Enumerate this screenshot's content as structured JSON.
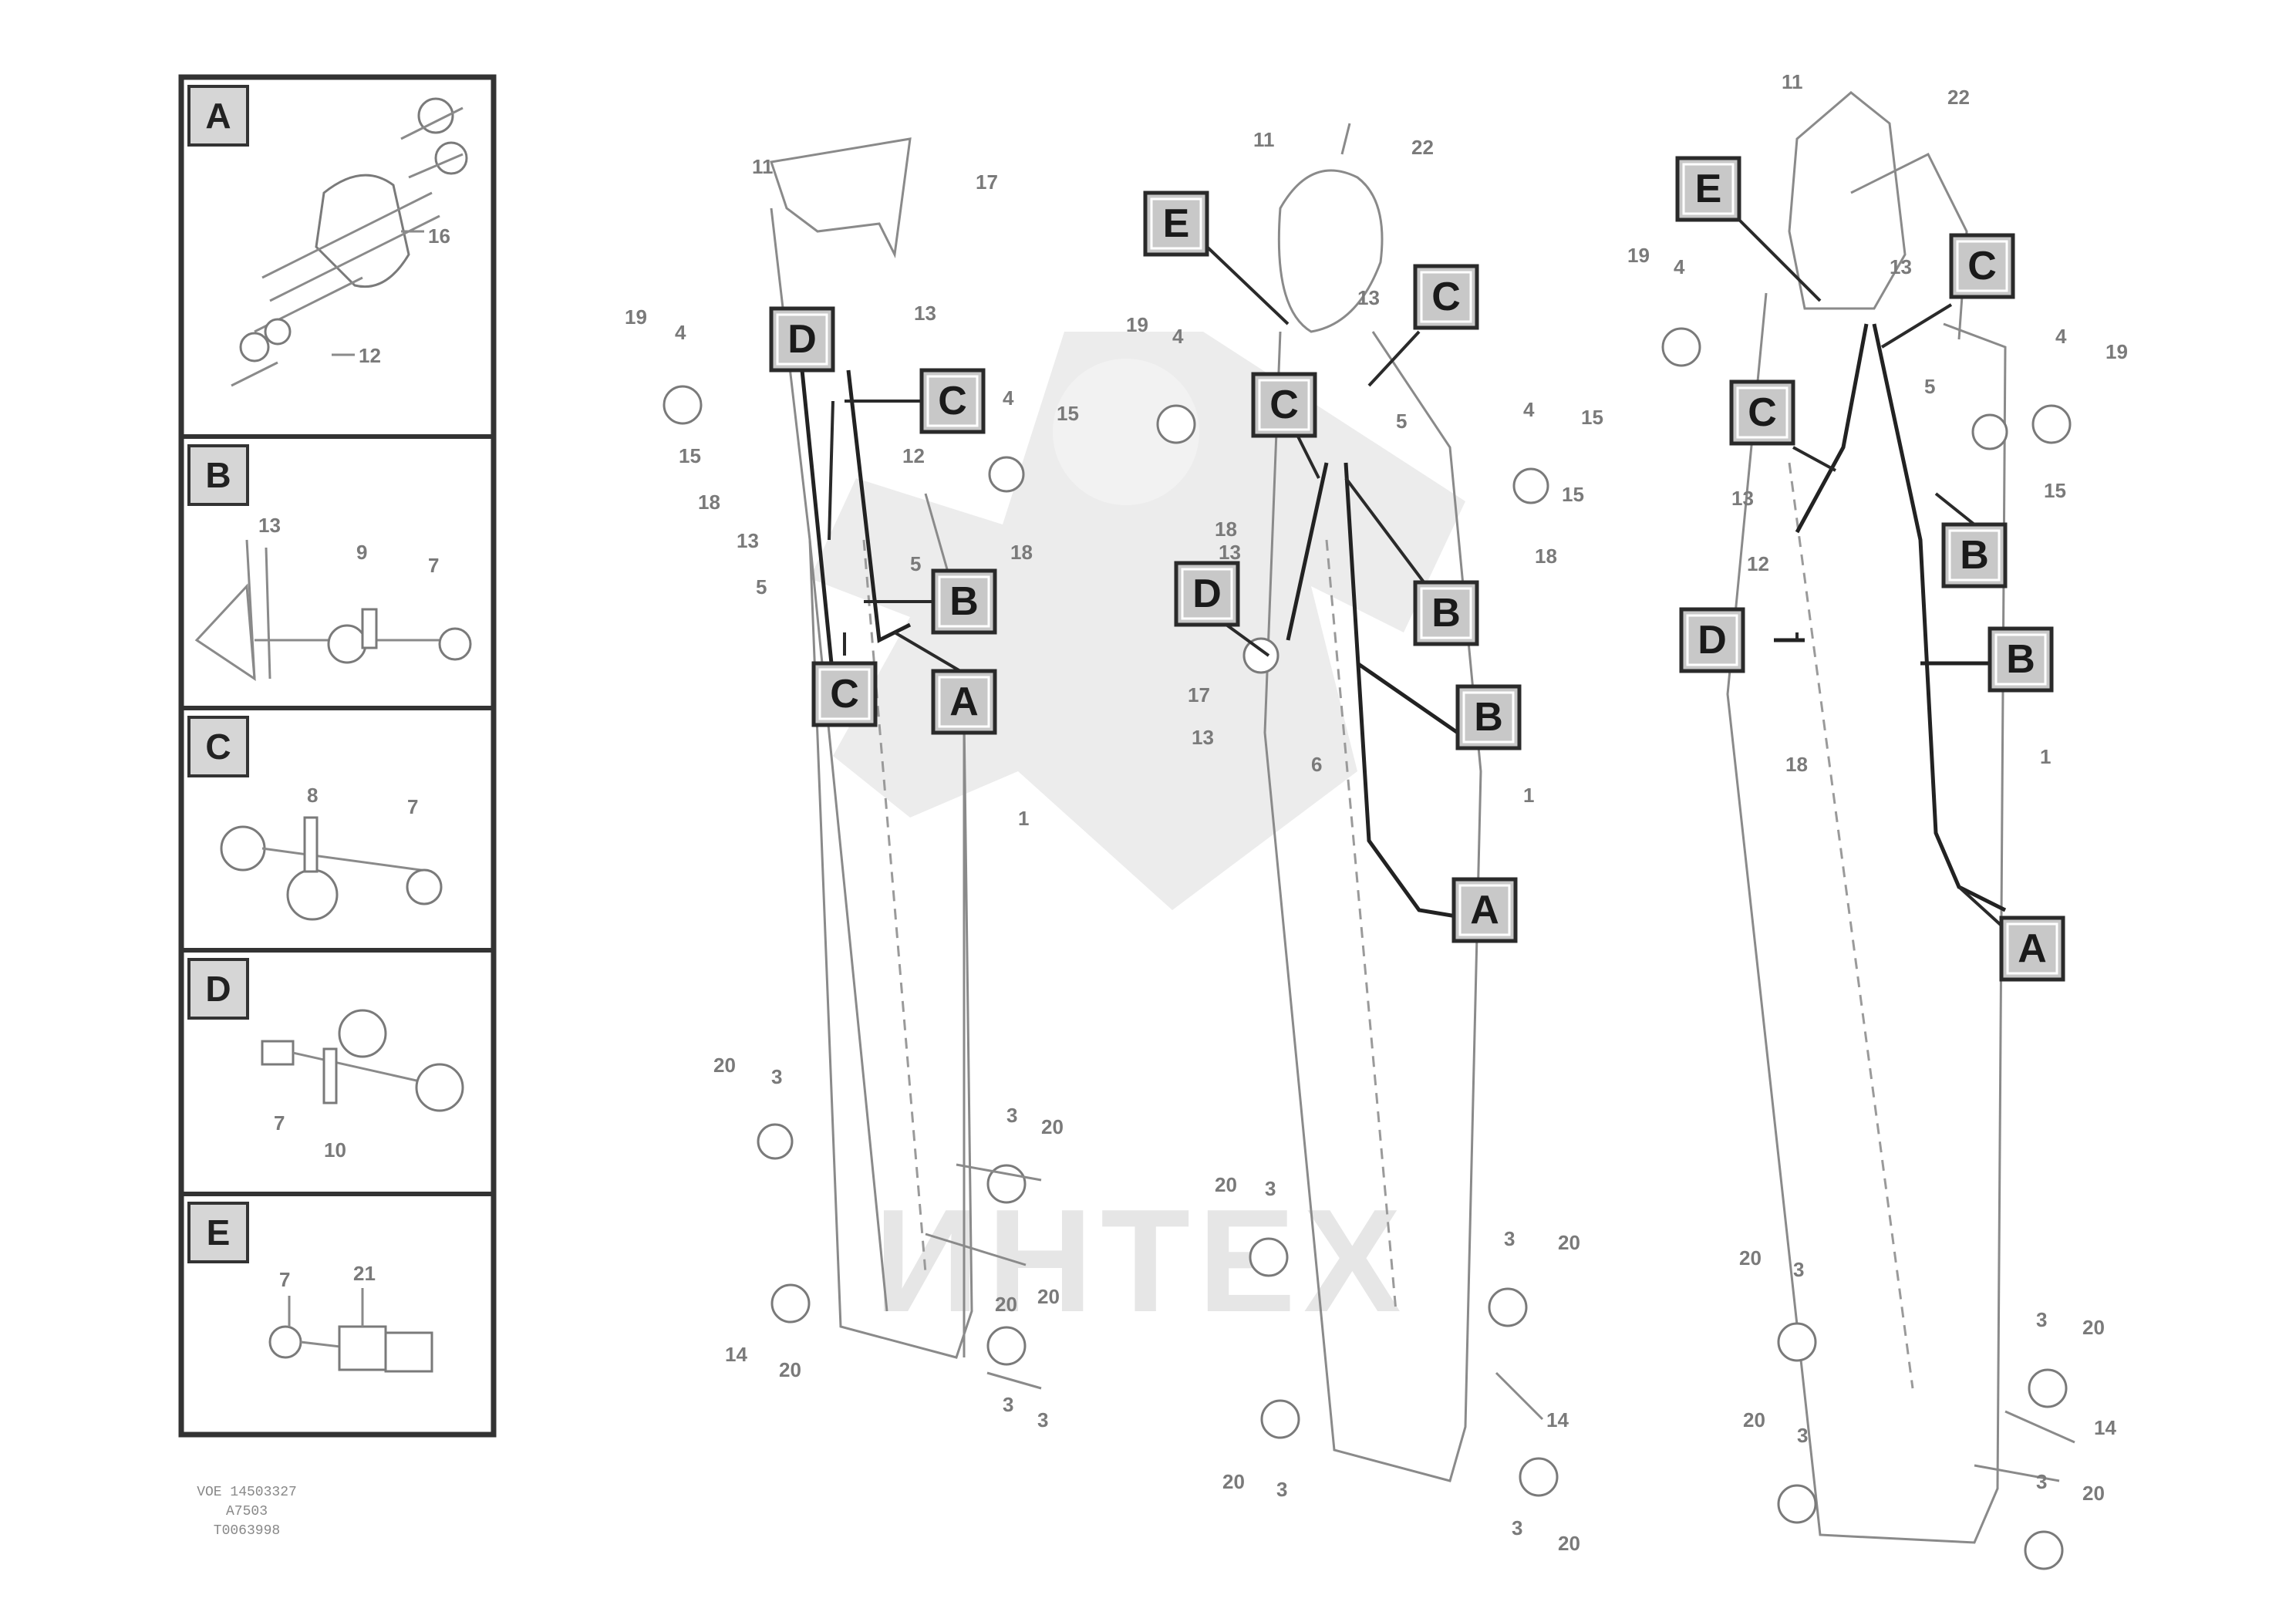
{
  "watermark": {
    "text": "ИНТЕХ"
  },
  "document_id": {
    "line1": "VOE 14503327",
    "line2": "A7503",
    "line3": "T0063998"
  },
  "legend_panels": [
    {
      "letter": "A",
      "part_numbers": [
        "16",
        "12"
      ]
    },
    {
      "letter": "B",
      "part_numbers": [
        "13",
        "9",
        "7"
      ]
    },
    {
      "letter": "C",
      "part_numbers": [
        "8",
        "7"
      ]
    },
    {
      "letter": "D",
      "part_numbers": [
        "7",
        "10"
      ]
    },
    {
      "letter": "E",
      "part_numbers": [
        "7",
        "21"
      ]
    }
  ],
  "callouts": {
    "view1": [
      "D",
      "C",
      "B",
      "C",
      "A"
    ],
    "view2": [
      "E",
      "C",
      "C",
      "D",
      "B",
      "B",
      "A"
    ],
    "view3": [
      "E",
      "C",
      "C",
      "B",
      "D",
      "B",
      "A"
    ]
  },
  "part_labels": {
    "view1": [
      "11",
      "17",
      "13",
      "19",
      "4",
      "15",
      "4",
      "18",
      "13",
      "5",
      "15",
      "18",
      "12",
      "5",
      "1",
      "20",
      "3",
      "20",
      "3",
      "20",
      "14",
      "20",
      "3",
      "3",
      "20"
    ],
    "view2": [
      "11",
      "22",
      "19",
      "4",
      "13",
      "4",
      "5",
      "15",
      "15",
      "18",
      "18",
      "13",
      "17",
      "13",
      "6",
      "1",
      "20",
      "3",
      "20",
      "3",
      "14",
      "20",
      "3",
      "3",
      "20"
    ],
    "view3": [
      "11",
      "22",
      "19",
      "4",
      "13",
      "4",
      "19",
      "5",
      "15",
      "13",
      "12",
      "18",
      "1",
      "20",
      "3",
      "20",
      "3",
      "14",
      "20",
      "3",
      "3",
      "20"
    ]
  }
}
